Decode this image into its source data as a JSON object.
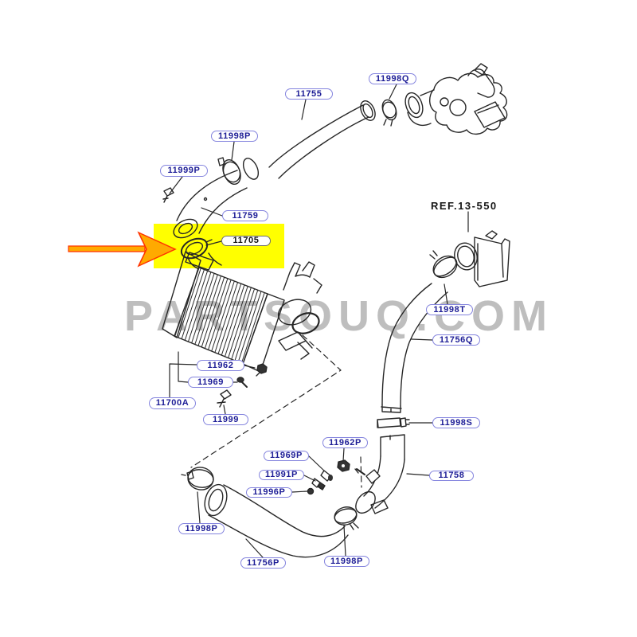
{
  "diagram": {
    "watermark": "PARTSOUQ.COM",
    "ref_note": "REF.13-550",
    "highlighted_part": "11705",
    "highlight_color": "#ffff00",
    "arrow_fill": "#ffaa00",
    "arrow_stroke": "#ff3300",
    "label_text_color": "#1c1c96",
    "label_border_color": "#8484de",
    "line_color": "#262626"
  },
  "labels": {
    "p11755": "11755",
    "p11998Q": "11998Q",
    "p11998P_top": "11998P",
    "p11999P": "11999P",
    "p11759": "11759",
    "p11705": "11705",
    "p11998T": "11998T",
    "p11756Q": "11756Q",
    "p11998S": "11998S",
    "p11962": "11962",
    "p11969": "11969",
    "p11700A": "11700A",
    "p11999": "11999",
    "p11962P": "11962P",
    "p11969P": "11969P",
    "p11991P": "11991P",
    "p11996P": "11996P",
    "p11998P_bl": "11998P",
    "p11756P": "11756P",
    "p11758": "11758",
    "p11998P_bm": "11998P"
  }
}
